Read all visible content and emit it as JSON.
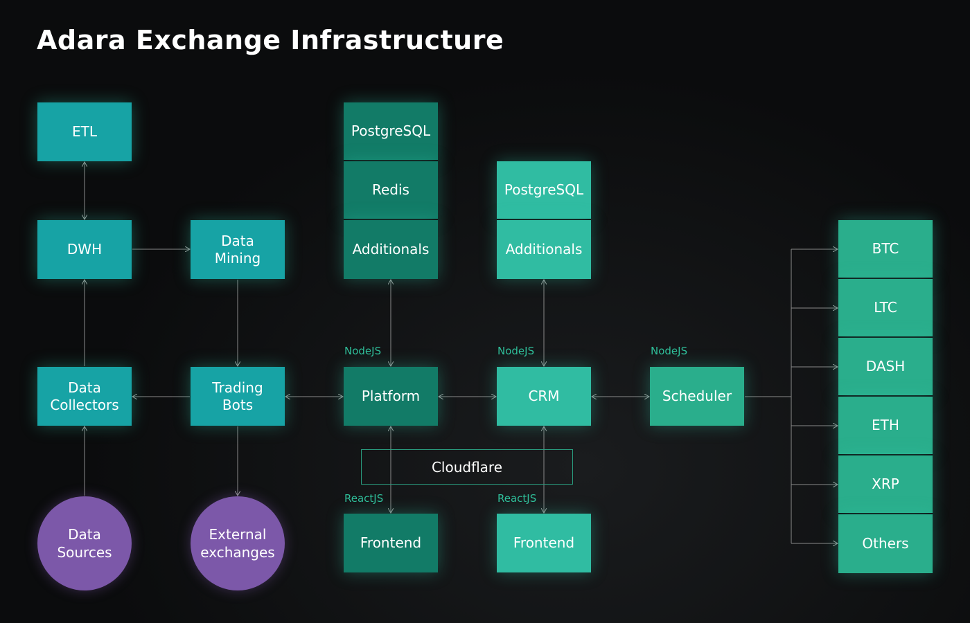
{
  "title": "Adara Exchange Infrastructure",
  "nodes": {
    "etl": "ETL",
    "dwh": "DWH",
    "data_mining": "Data Mining",
    "data_collectors": "Data Collectors",
    "trading_bots": "Trading Bots",
    "data_sources": "Data Sources",
    "external_exchanges": "External exchanges",
    "pg1": "PostgreSQL",
    "redis": "Redis",
    "additionals1": "Additionals",
    "platform": "Platform",
    "frontend1": "Frontend",
    "pg2": "PostgreSQL",
    "additionals2": "Additionals",
    "crm": "CRM",
    "frontend2": "Frontend",
    "scheduler": "Scheduler",
    "cloudflare": "Cloudflare"
  },
  "tech_labels": {
    "platform": "NodeJS",
    "crm": "NodeJS",
    "scheduler": "NodeJS",
    "frontend1": "ReactJS",
    "frontend2": "ReactJS"
  },
  "currencies": [
    "BTC",
    "LTC",
    "DASH",
    "ETH",
    "XRP",
    "Others"
  ],
  "colors": {
    "teal": "#17a3a5",
    "dark_green": "#127b67",
    "light_green": "#30bca2",
    "green": "#2aae8c",
    "purple": "#7c58a9"
  }
}
